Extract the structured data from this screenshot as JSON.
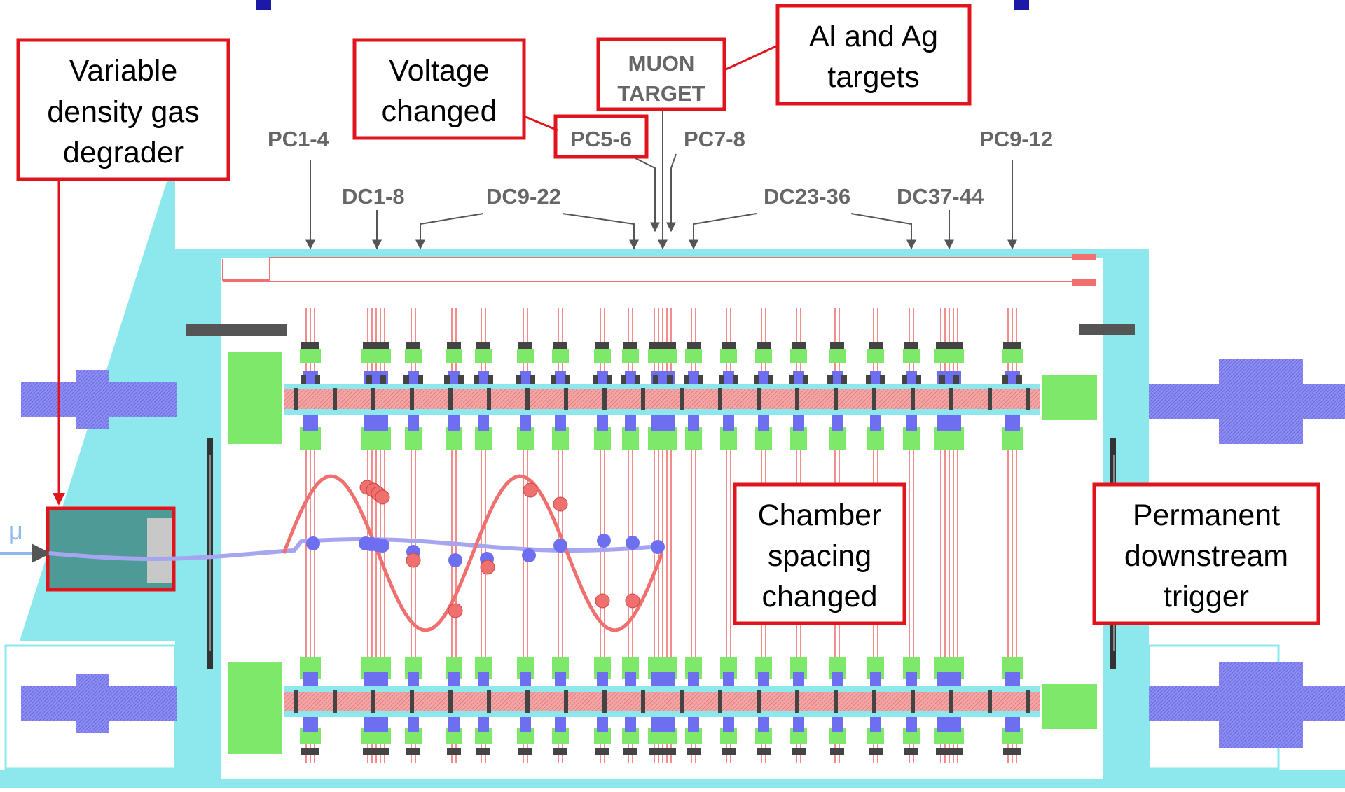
{
  "callouts": {
    "degrader": [
      "Variable",
      "density gas",
      "degrader"
    ],
    "voltage": [
      "Voltage",
      "changed"
    ],
    "targets": [
      "Al and Ag",
      "targets"
    ],
    "spacing": [
      "Chamber",
      "spacing",
      "changed"
    ],
    "trigger": [
      "Permanent",
      "downstream",
      "trigger"
    ]
  },
  "chamber_labels": {
    "pc1_4": "PC1-4",
    "pc5_6": "PC5-6",
    "pc7_8": "PC7-8",
    "pc9_12": "PC9-12",
    "dc1_8": "DC1-8",
    "dc9_22": "DC9-22",
    "dc23_36": "DC23-36",
    "dc37_44": "DC37-44",
    "muon_target": [
      "MUON",
      "TARGET"
    ]
  },
  "beam_symbol": "μ",
  "colors": {
    "callout_border": "#e0141c",
    "cyan": "#8de8ee",
    "green": "#7ee86a",
    "blue": "#6e6ef0",
    "red_wire": "#f07070",
    "pink_rod": "#f19a9a",
    "degrader_fill": "#4e9a96",
    "label_gray": "#666666"
  }
}
